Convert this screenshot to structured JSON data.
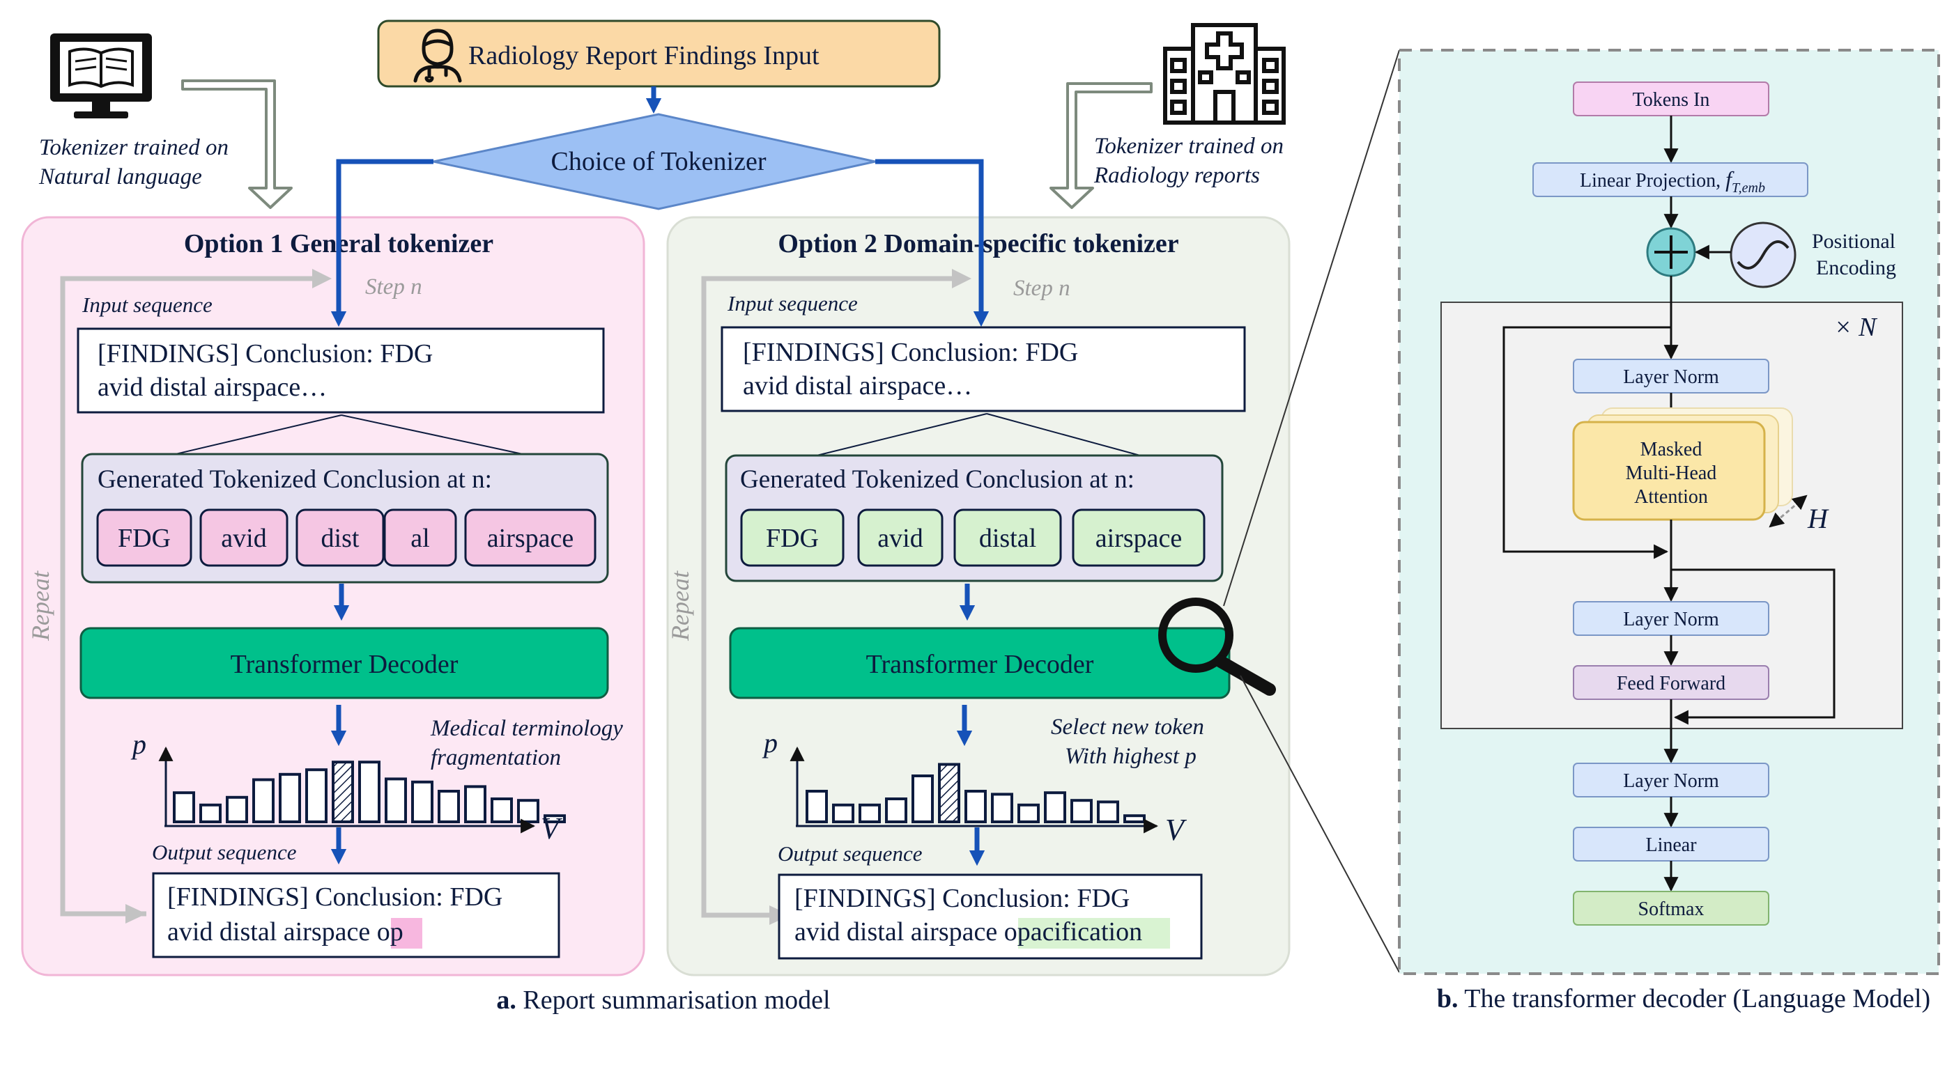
{
  "top": {
    "input_label": "Radiology Report Findings Input",
    "tokenizer_choice": "Choice of Tokenizer",
    "natural_tokenizer_line1": "Tokenizer trained on",
    "natural_tokenizer_line2": "Natural language",
    "radiology_tokenizer_line1": "Tokenizer trained on",
    "radiology_tokenizer_line2": "Radiology reports"
  },
  "option1": {
    "title": "Option 1 General tokenizer",
    "step": "Step n",
    "repeat": "Repeat",
    "input_label": "Input sequence",
    "input_line1": "[FINDINGS] Conclusion: FDG",
    "input_line2": "avid distal airspace…",
    "generated_label": "Generated Tokenized Conclusion at n:",
    "tokens": [
      "FDG",
      "avid",
      "dist",
      "al",
      "airspace"
    ],
    "decoder": "Transformer Decoder",
    "annotation_line1": "Medical terminology",
    "annotation_line2": "fragmentation",
    "axis_p": "p",
    "axis_v": "V",
    "output_label": "Output sequence",
    "output_line1": "[FINDINGS] Conclusion: FDG",
    "output_line2_prefix": "avid distal airspace",
    "output_new_token": "op",
    "token_color": "#f5c6e3",
    "highlight_color": "#f7b7df"
  },
  "option2": {
    "title": "Option 2 Domain-specific tokenizer",
    "step": "Step n",
    "repeat": "Repeat",
    "input_label": "Input sequence",
    "input_line1": "[FINDINGS] Conclusion: FDG",
    "input_line2": "avid distal airspace…",
    "generated_label": "Generated Tokenized Conclusion at n:",
    "tokens": [
      "FDG",
      "avid",
      "distal",
      "airspace"
    ],
    "decoder": "Transformer Decoder",
    "annotation_line1": "Select new token",
    "annotation_line2": "With highest p",
    "axis_p": "p",
    "axis_v": "V",
    "output_label": "Output sequence",
    "output_line1": "[FINDINGS] Conclusion: FDG",
    "output_line2_prefix": "avid distal airspace",
    "output_new_token": "opacification",
    "token_color": "#d6f1cf",
    "highlight_color": "#d9f3d2"
  },
  "decoder_detail": {
    "tokens_in": "Tokens In",
    "linear_projection": "Linear Projection, ",
    "linear_projection_symbol": "f",
    "linear_projection_subscript": "T,emb",
    "positional_line1": "Positional",
    "positional_line2": "Encoding",
    "repeat_n": "× N",
    "layer_norm_1": "Layer Norm",
    "attention_line1": "Masked",
    "attention_line2": "Multi-Head",
    "attention_line3": "Attention",
    "heads": "H",
    "layer_norm_2": "Layer Norm",
    "feed_forward": "Feed Forward",
    "layer_norm_3": "Layer Norm",
    "linear": "Linear",
    "softmax": "Softmax"
  },
  "captions": {
    "a_label": "a.",
    "a_text": " Report summarisation model",
    "b_label": "b.",
    "b_text": " The transformer decoder (Language Model)"
  },
  "distribution": {
    "option1": [
      0.38,
      0.22,
      0.32,
      0.55,
      0.62,
      0.68,
      0.78,
      0.78,
      0.56,
      0.52,
      0.4,
      0.46,
      0.3,
      0.28,
      0.08
    ],
    "option1_highlight_index": 6,
    "option2": [
      0.4,
      0.22,
      0.22,
      0.3,
      0.6,
      0.75,
      0.4,
      0.36,
      0.22,
      0.38,
      0.28,
      0.26,
      0.08
    ],
    "option2_highlight_index": 5
  },
  "colors": {
    "navy": "#0d1b3e",
    "arrow_blue": "#1652b8",
    "decoder_green": "#00c08b",
    "option1_panel": "#fde8f4",
    "option2_panel": "#eff3ec",
    "detail_panel": "#e2f5f3"
  }
}
